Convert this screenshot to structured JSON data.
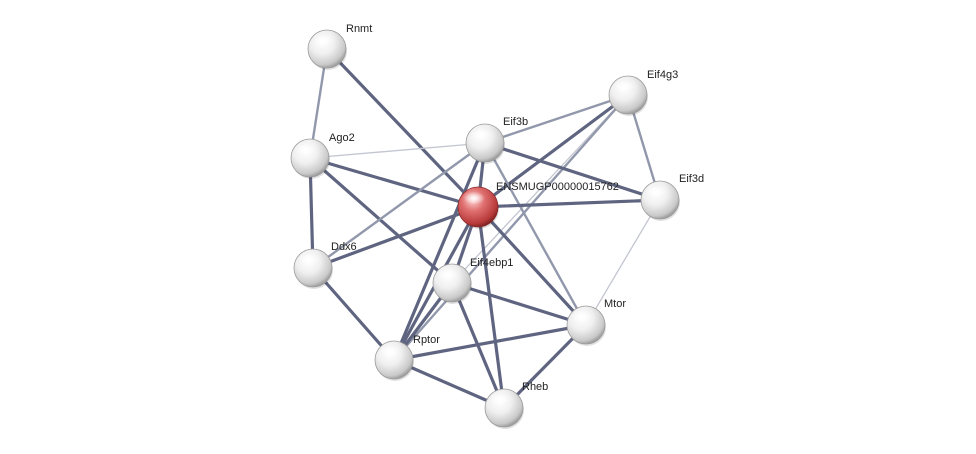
{
  "nodes": [
    {
      "id": "rnmt",
      "label": "Rnmt",
      "type": "neighbor"
    },
    {
      "id": "eif4g3",
      "label": "Eif4g3",
      "type": "neighbor"
    },
    {
      "id": "eif3b",
      "label": "Eif3b",
      "type": "neighbor"
    },
    {
      "id": "ago2",
      "label": "Ago2",
      "type": "neighbor"
    },
    {
      "id": "query",
      "label": "ENSMUGP00000015762",
      "type": "query"
    },
    {
      "id": "eif3d",
      "label": "Eif3d",
      "type": "neighbor"
    },
    {
      "id": "ddx6",
      "label": "Ddx6",
      "type": "neighbor"
    },
    {
      "id": "eif4ebp1",
      "label": "Eif4ebp1",
      "type": "neighbor"
    },
    {
      "id": "mtor",
      "label": "Mtor",
      "type": "neighbor"
    },
    {
      "id": "rptor",
      "label": "Rptor",
      "type": "neighbor"
    },
    {
      "id": "rheb",
      "label": "Rheb",
      "type": "neighbor"
    }
  ],
  "edges": [
    {
      "source": "rnmt",
      "target": "ago2",
      "strength": "medium"
    },
    {
      "source": "rnmt",
      "target": "query",
      "strength": "strong"
    },
    {
      "source": "ago2",
      "target": "eif3b",
      "strength": "weak"
    },
    {
      "source": "ago2",
      "target": "query",
      "strength": "strong"
    },
    {
      "source": "ago2",
      "target": "ddx6",
      "strength": "strong"
    },
    {
      "source": "ago2",
      "target": "eif4ebp1",
      "strength": "strong"
    },
    {
      "source": "eif4g3",
      "target": "eif3b",
      "strength": "medium"
    },
    {
      "source": "eif4g3",
      "target": "query",
      "strength": "strong"
    },
    {
      "source": "eif4g3",
      "target": "eif3d",
      "strength": "medium"
    },
    {
      "source": "eif4g3",
      "target": "eif4ebp1",
      "strength": "weak"
    },
    {
      "source": "eif4g3",
      "target": "rptor",
      "strength": "medium"
    },
    {
      "source": "eif3b",
      "target": "query",
      "strength": "strong"
    },
    {
      "source": "eif3b",
      "target": "eif3d",
      "strength": "strong"
    },
    {
      "source": "eif3b",
      "target": "ddx6",
      "strength": "medium"
    },
    {
      "source": "eif3b",
      "target": "mtor",
      "strength": "medium"
    },
    {
      "source": "eif3b",
      "target": "rptor",
      "strength": "strong"
    },
    {
      "source": "query",
      "target": "eif3d",
      "strength": "strong"
    },
    {
      "source": "query",
      "target": "ddx6",
      "strength": "strong"
    },
    {
      "source": "query",
      "target": "eif4ebp1",
      "strength": "strong"
    },
    {
      "source": "query",
      "target": "mtor",
      "strength": "strong"
    },
    {
      "source": "query",
      "target": "rptor",
      "strength": "strong"
    },
    {
      "source": "query",
      "target": "rheb",
      "strength": "strong"
    },
    {
      "source": "eif3d",
      "target": "mtor",
      "strength": "weak"
    },
    {
      "source": "ddx6",
      "target": "rptor",
      "strength": "strong"
    },
    {
      "source": "eif4ebp1",
      "target": "mtor",
      "strength": "strong"
    },
    {
      "source": "eif4ebp1",
      "target": "rptor",
      "strength": "strong"
    },
    {
      "source": "eif4ebp1",
      "target": "rheb",
      "strength": "strong"
    },
    {
      "source": "mtor",
      "target": "rptor",
      "strength": "strong"
    },
    {
      "source": "mtor",
      "target": "rheb",
      "strength": "strong"
    },
    {
      "source": "rptor",
      "target": "rheb",
      "strength": "strong"
    }
  ],
  "colors": {
    "edge_strong": "#5f6580",
    "edge_medium": "#9298ac",
    "edge_weak": "#c3c6d0",
    "node_neighbor": "#e8e8e8",
    "node_query": "#d85a5a"
  }
}
